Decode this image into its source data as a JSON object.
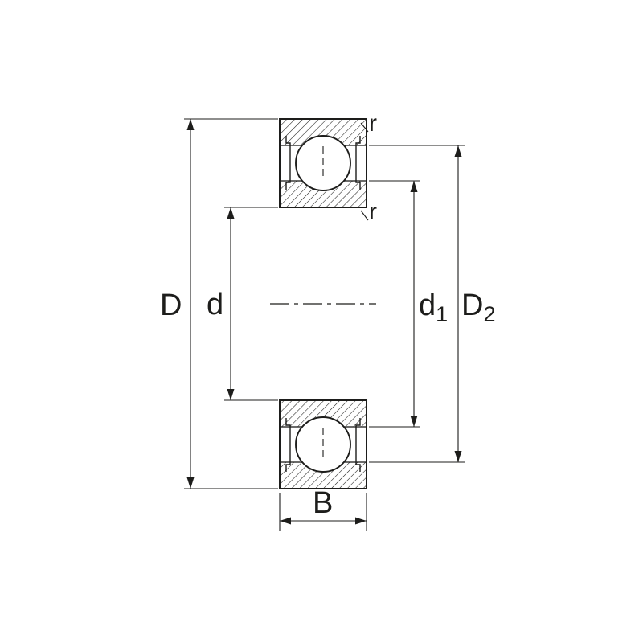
{
  "title": "Deep groove ball bearing cross-section dimension drawing",
  "colors": {
    "line": "#1d1d1b",
    "background": "#ffffff"
  },
  "labels": {
    "outer_diameter": "D",
    "bore_diameter": "d",
    "d1": {
      "base": "d",
      "sub": "1"
    },
    "D2": {
      "base": "D",
      "sub": "2"
    },
    "width": "B",
    "r_outer": "r",
    "r_inner": "r"
  }
}
